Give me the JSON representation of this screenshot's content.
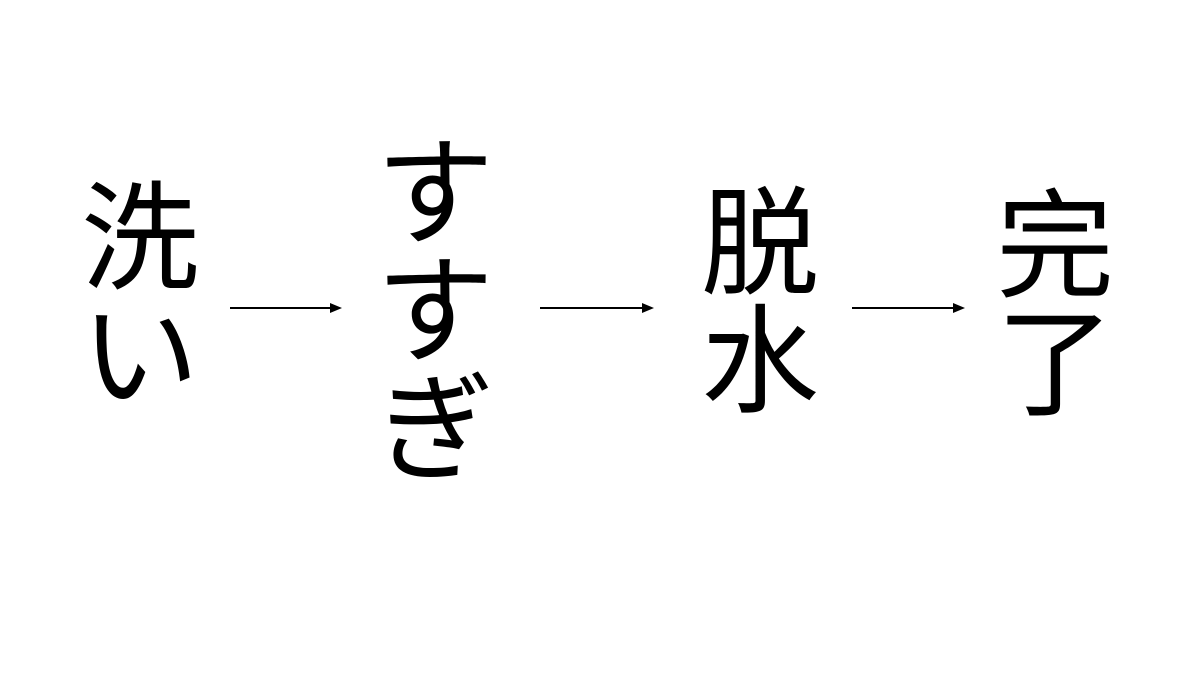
{
  "steps": [
    {
      "chars": [
        "洗",
        "い"
      ]
    },
    {
      "chars": [
        "す",
        "す",
        "ぎ"
      ]
    },
    {
      "chars": [
        "脱",
        "水"
      ]
    },
    {
      "chars": [
        "完",
        "了"
      ]
    }
  ],
  "colors": {
    "text": "#000000",
    "background": "#ffffff"
  }
}
